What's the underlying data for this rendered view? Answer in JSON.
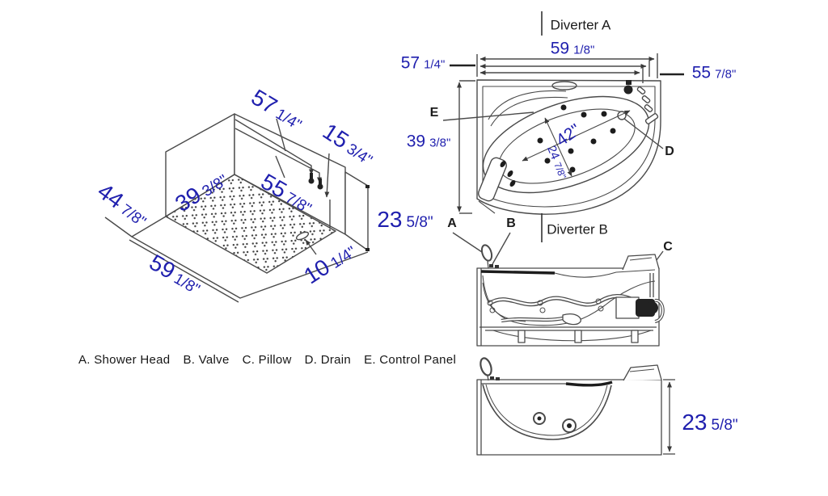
{
  "colors": {
    "dimension_blue": "#1f1fae",
    "ink": "#1b1b1b",
    "line": "#474747"
  },
  "iso": {
    "w57": {
      "num": "57",
      "frac": "1/4\""
    },
    "d15": {
      "num": "15",
      "frac": "3/4\""
    },
    "w39": {
      "num": "39",
      "frac": "3/8\""
    },
    "w55": {
      "num": "55",
      "frac": "7/8\""
    },
    "d44": {
      "num": "44",
      "frac": "7/8\""
    },
    "w59": {
      "num": "59",
      "frac": "1/8\""
    },
    "d10": {
      "num": "10",
      "frac": "1/4\""
    },
    "h23": {
      "num": "23",
      "frac": "5/8\""
    }
  },
  "top": {
    "diverter_a": "Diverter A",
    "diverter_b": "Diverter B",
    "w59": {
      "num": "59",
      "frac": "1/8\""
    },
    "w57": {
      "num": "57",
      "frac": "1/4\""
    },
    "w55": {
      "num": "55",
      "frac": "7/8\""
    },
    "h39": {
      "num": "39",
      "frac": "3/8\""
    },
    "diag42": {
      "num": "42\"",
      "frac": ""
    },
    "w24": {
      "num": "24",
      "frac": "7/8\""
    },
    "callout_a": "A",
    "callout_b": "B",
    "callout_c": "C",
    "callout_d": "D",
    "callout_e": "E"
  },
  "front": {
    "h23": {
      "num": "23",
      "frac": "5/8\""
    }
  },
  "legend": {
    "items": [
      {
        "label": "A. Shower Head"
      },
      {
        "label": "B. Valve"
      },
      {
        "label": "C. Pillow"
      },
      {
        "label": "D. Drain"
      },
      {
        "label": "E. Control Panel"
      }
    ]
  }
}
